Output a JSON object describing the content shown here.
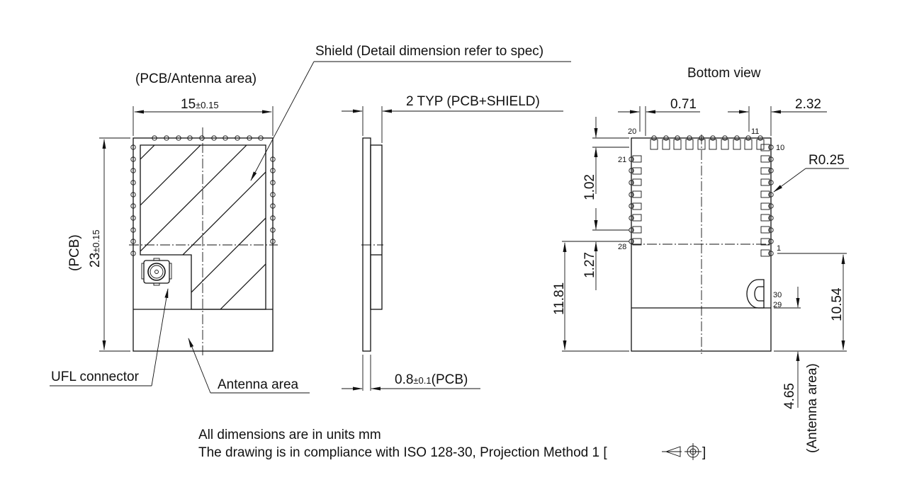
{
  "labels": {
    "shield": "Shield (Detail dimension refer to spec)",
    "pcb_antenna_area": "(PCB/Antenna area)",
    "bottom_view": "Bottom view",
    "typ_thickness": "2  TYP (PCB+SHIELD)",
    "ufl_connector": "UFL connector",
    "antenna_area": "Antenna area",
    "pcb_side": "(PCB)",
    "antenna_area_paren": "(Antenna area)",
    "radius": "R0.25"
  },
  "dimensions": {
    "width_value": "15",
    "width_tol": "±0.15",
    "height_value": "23",
    "height_tol": "±0.15",
    "pcb_thickness_value": "0.8",
    "pcb_thickness_tol": "±0.1",
    "pcb_thickness_suffix": "(PCB)",
    "pin_pitch_top": "0.71",
    "corner_offset_top": "2.32",
    "side_offset": "1.02",
    "pin_pitch": "1.27",
    "pad_to_bottom_left": "11.81",
    "pad_to_bottom_right": "10.54",
    "antenna_height": "4.65"
  },
  "pin_labels": {
    "p1": "1",
    "p10": "10",
    "p11": "11",
    "p20": "20",
    "p21": "21",
    "p28": "28",
    "p29": "29",
    "p30": "30"
  },
  "notes": {
    "line1": "All dimensions are in units mm",
    "line2": "The drawing is in compliance with ISO 128-30, Projection Method 1 [",
    "line2_end": "]"
  },
  "icons": {
    "projection_symbol": "first-angle-projection-icon"
  }
}
